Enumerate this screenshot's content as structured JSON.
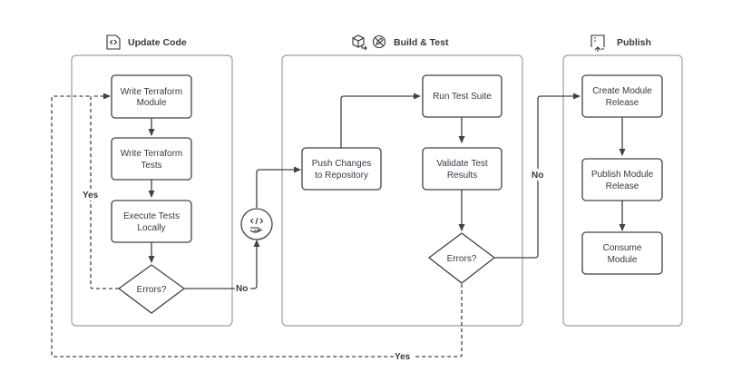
{
  "lanes": [
    {
      "id": "update",
      "title": "Update Code",
      "icons": [
        "code-file-icon"
      ]
    },
    {
      "id": "build",
      "title": "Build & Test",
      "icons": [
        "cube-export-icon",
        "no-edit-icon"
      ]
    },
    {
      "id": "publish",
      "title": "Publish",
      "icons": [
        "upload-icon"
      ]
    }
  ],
  "nodes": {
    "write_module": {
      "lines": [
        "Write Terraform",
        "Module"
      ]
    },
    "write_tests": {
      "lines": [
        "Write Terraform",
        "Tests"
      ]
    },
    "execute_tests": {
      "lines": [
        "Execute Tests",
        "Locally"
      ]
    },
    "errors_local": {
      "lines": [
        "Errors?"
      ]
    },
    "push_changes": {
      "lines": [
        "Push Changes",
        "to Repository"
      ]
    },
    "run_suite": {
      "lines": [
        "Run Test Suite"
      ]
    },
    "validate": {
      "lines": [
        "Validate Test",
        "Results"
      ]
    },
    "errors_ci": {
      "lines": [
        "Errors?"
      ]
    },
    "create_release": {
      "lines": [
        "Create Module",
        "Release"
      ]
    },
    "publish_release": {
      "lines": [
        "Publish Module",
        "Release"
      ]
    },
    "consume": {
      "lines": [
        "Consume",
        "Module"
      ]
    }
  },
  "connector": {
    "icon": "code-hand-icon"
  },
  "edge_labels": {
    "local_yes": "Yes",
    "local_no": "No",
    "ci_no": "No",
    "ci_yes": "Yes"
  },
  "colors": {
    "stroke": "#3d434c",
    "lane_border": "#9aa0a8",
    "text": "#333a44",
    "background": "#ffffff"
  }
}
